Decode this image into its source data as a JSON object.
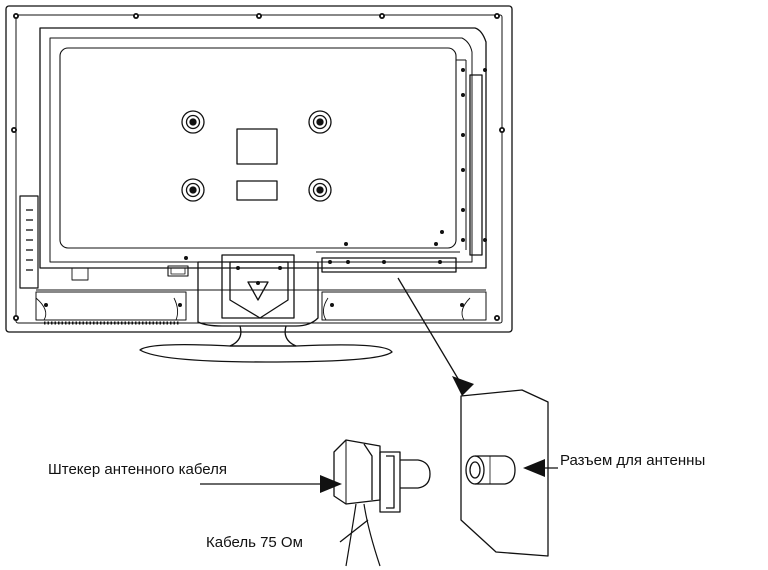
{
  "labels": {
    "plug": "Штекер антенного кабеля",
    "cable": "Кабель 75 Ом",
    "socket": "Разъем для антенны"
  },
  "colors": {
    "stroke": "#111111",
    "background": "#ffffff"
  }
}
